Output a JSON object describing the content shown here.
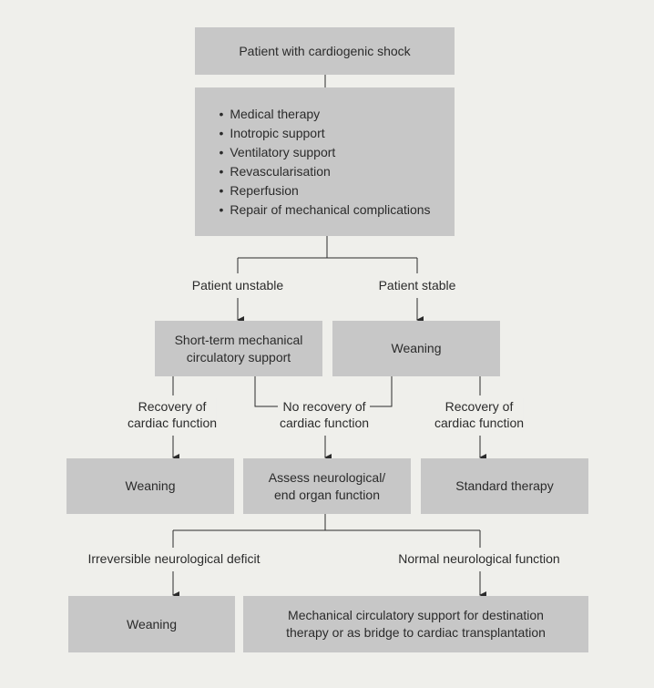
{
  "nodes": {
    "start": "Patient with cardiogenic shock",
    "treatments": [
      "Medical therapy",
      "Inotropic support",
      "Ventilatory support",
      "Revascularisation",
      "Reperfusion",
      "Repair of mechanical complications"
    ],
    "short_term_mcs": "Short-term mechanical\ncirculatory support",
    "weaning_stable": "Weaning",
    "weaning_recovery": "Weaning",
    "assess": "Assess neurological/\nend organ function",
    "standard_therapy": "Standard therapy",
    "weaning_irreversible": "Weaning",
    "destination": "Mechanical circulatory support for destination\ntherapy or as bridge to cardiac transplantation"
  },
  "edges": {
    "unstable": "Patient unstable",
    "stable": "Patient stable",
    "recovery_left": "Recovery of\ncardiac function",
    "no_recovery": "No recovery of\ncardiac function",
    "recovery_right": "Recovery of\ncardiac function",
    "irreversible": "Irreversible neurological deficit",
    "normal": "Normal neurological function"
  },
  "colors": {
    "box_fill": "#c7c7c7",
    "background": "#efefeb",
    "line": "#2b2b2b"
  }
}
